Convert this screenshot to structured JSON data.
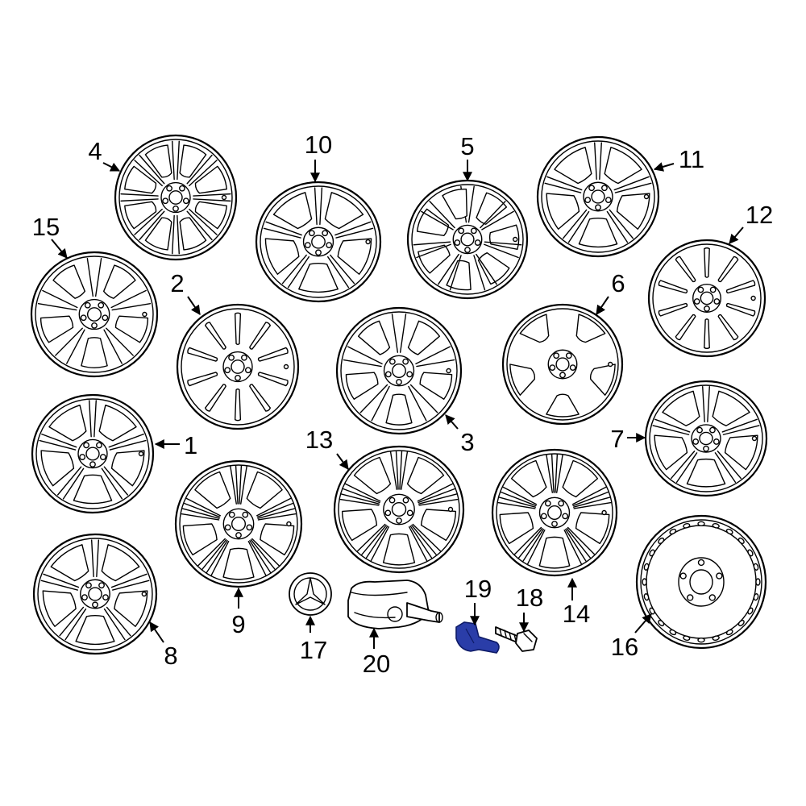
{
  "colors": {
    "line": "#000000",
    "background": "#ffffff",
    "highlight_fill": "#2a3da8",
    "highlight_stroke": "#0d1a66"
  },
  "highlighted_part": "19",
  "parts": [
    {
      "label": "1"
    },
    {
      "label": "2"
    },
    {
      "label": "3"
    },
    {
      "label": "4"
    },
    {
      "label": "5"
    },
    {
      "label": "6"
    },
    {
      "label": "7"
    },
    {
      "label": "8"
    },
    {
      "label": "9"
    },
    {
      "label": "10"
    },
    {
      "label": "11"
    },
    {
      "label": "12"
    },
    {
      "label": "13"
    },
    {
      "label": "14"
    },
    {
      "label": "15"
    },
    {
      "label": "16"
    },
    {
      "label": "17"
    },
    {
      "label": "18"
    },
    {
      "label": "19"
    },
    {
      "label": "20"
    }
  ]
}
